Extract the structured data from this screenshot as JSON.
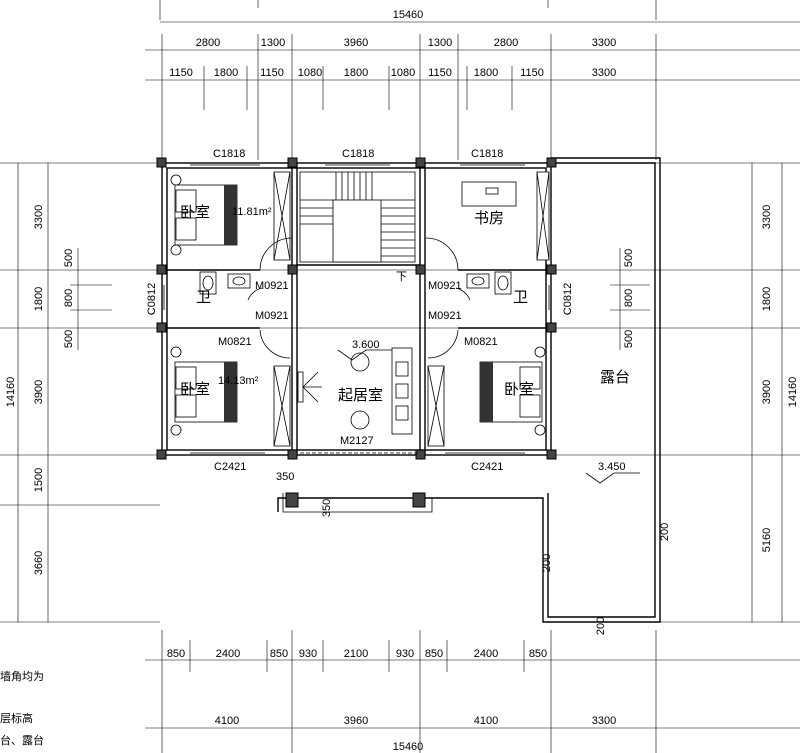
{
  "overall": {
    "top_total": "15460",
    "bottom_total": "15460"
  },
  "top_dims_row1": [
    "2800",
    "1300",
    "3960",
    "1300",
    "2800",
    "3300"
  ],
  "top_dims_row2": [
    "1150",
    "1800",
    "1150",
    "1080",
    "1800",
    "1080",
    "1150",
    "1800",
    "1150",
    "3300"
  ],
  "bottom_dims_row1": [
    "850",
    "2400",
    "850",
    "930",
    "2100",
    "930",
    "850",
    "2400",
    "850"
  ],
  "bottom_dims_row2": [
    "4100",
    "3960",
    "4100",
    "3300"
  ],
  "left_outer_dims": [
    "3300",
    "1800",
    "3900",
    "1500",
    "3660"
  ],
  "left_total": "14160",
  "left_inner_dims": [
    "500",
    "800",
    "500"
  ],
  "right_outer_dims": [
    "3300",
    "1800",
    "3900",
    "5160"
  ],
  "right_total": "14160",
  "right_inner_dims": [
    "500",
    "800",
    "500"
  ],
  "windows": {
    "top_left": "C1818",
    "top_mid": "C1818",
    "top_right": "C1818",
    "side_left": "C0812",
    "side_right": "C0812",
    "bottom_left": "C2421",
    "bottom_right": "C2421"
  },
  "doors": {
    "m0921_a": "M0921",
    "m0921_b": "M0921",
    "m0921_c": "M0921",
    "m0921_d": "M0921",
    "m0821_left": "M0821",
    "m0821_right": "M0821",
    "m2127": "M2127"
  },
  "rooms": {
    "bedroom_tl": "卧室",
    "bedroom_tl_area": "11.81m²",
    "bedroom_bl": "卧室",
    "bedroom_bl_area": "14.13m²",
    "bedroom_r": "卧室",
    "study": "书房",
    "bath_left": "卫",
    "bath_right": "卫",
    "living": "起居室",
    "terrace": "露台"
  },
  "elevations": {
    "living": "3.600",
    "terrace": "3.450"
  },
  "misc": {
    "d350_h": "350",
    "d350_v": "350",
    "d200_a": "200",
    "d200_b": "200",
    "d200_c": "200",
    "stair_down": "下"
  },
  "notes": {
    "line1": "墙角均为",
    "line2": "层标高",
    "line3": "台、露台"
  }
}
